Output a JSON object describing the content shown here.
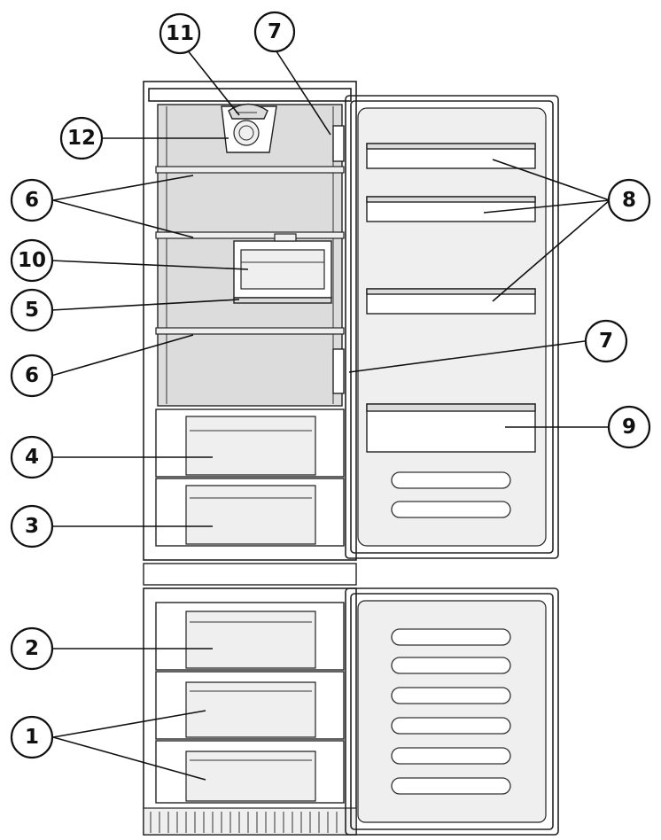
{
  "callouts": [
    {
      "id": "c11",
      "label": "11"
    },
    {
      "id": "c7a",
      "label": "7"
    },
    {
      "id": "c12",
      "label": "12"
    },
    {
      "id": "c6a",
      "label": "6"
    },
    {
      "id": "c8",
      "label": "8"
    },
    {
      "id": "c10",
      "label": "10"
    },
    {
      "id": "c5",
      "label": "5"
    },
    {
      "id": "c7b",
      "label": "7"
    },
    {
      "id": "c6b",
      "label": "6"
    },
    {
      "id": "c9",
      "label": "9"
    },
    {
      "id": "c4",
      "label": "4"
    },
    {
      "id": "c3",
      "label": "3"
    },
    {
      "id": "c2",
      "label": "2"
    },
    {
      "id": "c1",
      "label": "1"
    }
  ]
}
